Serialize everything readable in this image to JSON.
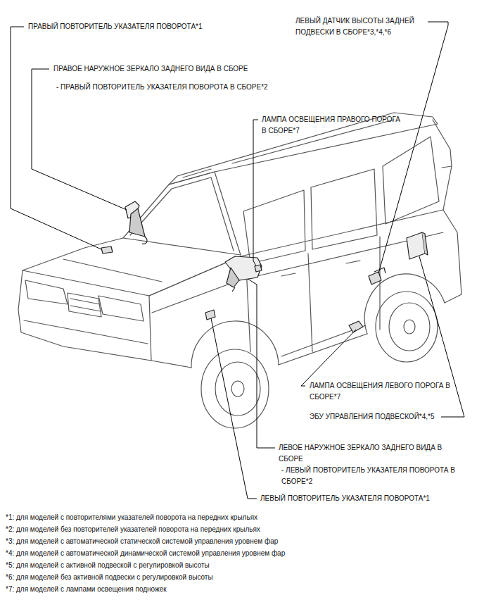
{
  "diagram": {
    "labels": [
      "ПРАВЫЙ ПОВТОРИТЕЛЬ УКАЗАТЕЛЯ ПОВОРОТА*1",
      "ПРАВОЕ НАРУЖНОЕ ЗЕРКАЛО ЗАДНЕГО ВИДА В СБОРЕ",
      "- ПРАВЫЙ ПОВТОРИТЕЛЬ УКАЗАТЕЛЯ ПОВОРОТА В СБОРЕ*2",
      "ЛЕВЫЙ ДАТЧИК ВЫСОТЫ ЗАДНЕЙ ПОДВЕСКИ В СБОРЕ*3,*4,*6",
      "ЛАМПА ОСВЕЩЕНИЯ ПРАВОГО ПОРОГА В СБОРЕ*7",
      "ЛАМПА ОСВЕЩЕНИЯ ЛЕВОГО ПОРОГА В СБОРЕ*7",
      "ЭБУ УПРАВЛЕНИЯ ПОДВЕСКОЙ*4,*5",
      "ЛЕВОЕ НАРУЖНОЕ ЗЕРКАЛО ЗАДНЕГО ВИДА В СБОРЕ",
      "- ЛЕВЫЙ ПОВТОРИТЕЛЬ УКАЗАТЕЛЯ ПОВОРОТА В СБОРЕ*2",
      "ЛЕВЫЙ ПОВТОРИТЕЛЬ УКАЗАТЕЛЯ ПОВОРОТА*1",
      "*1: для моделей с повторителями указателей поворота на передних крыльях",
      "*2: для моделей без повторителей указателей поворота на передних крыльях",
      "*3: для моделей с автоматической статической системой управления уровнем фар",
      "*4: для моделей с автоматической динамической системой управления уровнем фар",
      "*5: для моделей с активной подвеской с регулировкой высоты",
      "*6: для моделей без активной подвески с регулировкой высоты",
      "*7: для моделей с лампами освещения подножек"
    ]
  }
}
